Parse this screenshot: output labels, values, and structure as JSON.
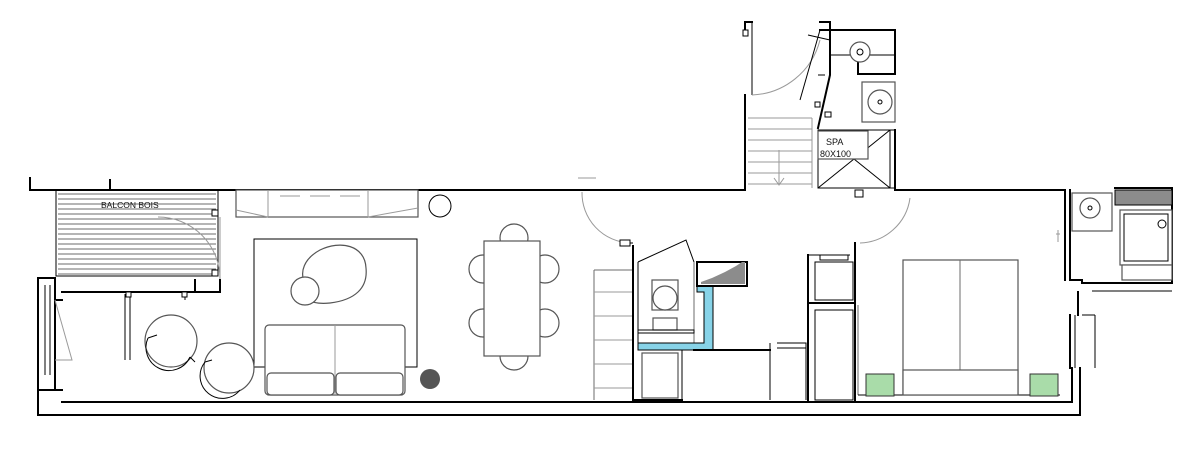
{
  "labels": {
    "balcony": "BALCON BOIS",
    "spa_line1": "SPA",
    "spa_line2": "80X100"
  },
  "colors": {
    "wall": "#000000",
    "shower_tray": "#87d3e8",
    "wall_fill_grey": "#8c8c8c",
    "nightstand": "#a9dca9"
  }
}
